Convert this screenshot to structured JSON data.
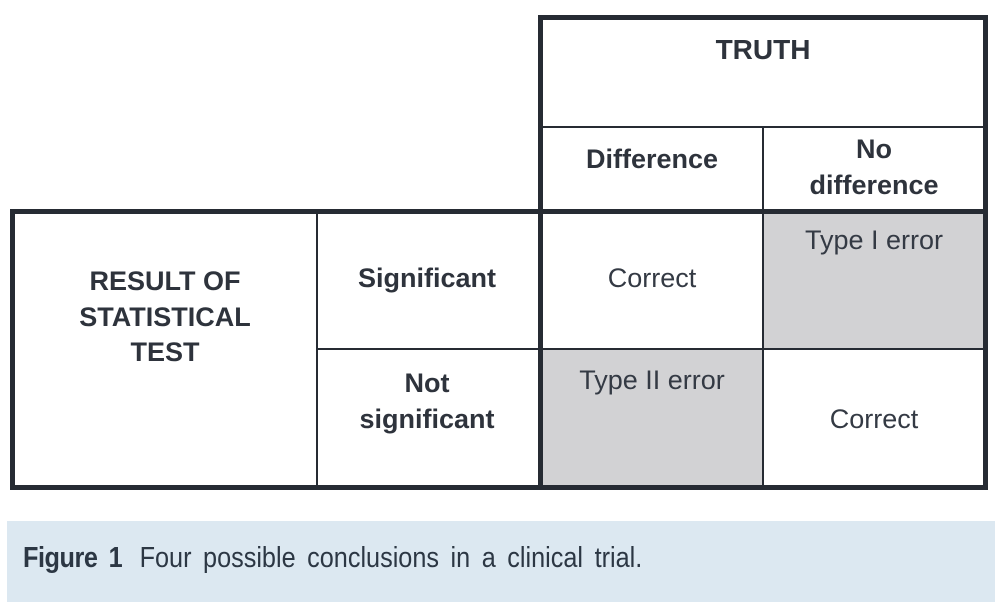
{
  "figure": {
    "table": {
      "col_group_header": "TRUTH",
      "row_group_header": "RESULT OF STATISTICAL TEST",
      "col_headers": [
        "Difference",
        "No difference"
      ],
      "row_headers": [
        "Significant",
        "Not significant"
      ],
      "cells": [
        [
          "Correct",
          "Type I error"
        ],
        [
          "Type II error",
          "Correct"
        ]
      ],
      "shaded_cells": [
        "Type I error",
        "Type II error"
      ]
    },
    "caption": {
      "label": "Figure 1",
      "text": "Four possible conclusions in a clinical trial."
    }
  },
  "colors": {
    "line": "#262b33",
    "text": "#343a44",
    "gray-cell": "#d2d2d4",
    "caption-bg": "#dce8f1",
    "caption-text": "#2c3744",
    "page-bg": "#ffffff"
  }
}
